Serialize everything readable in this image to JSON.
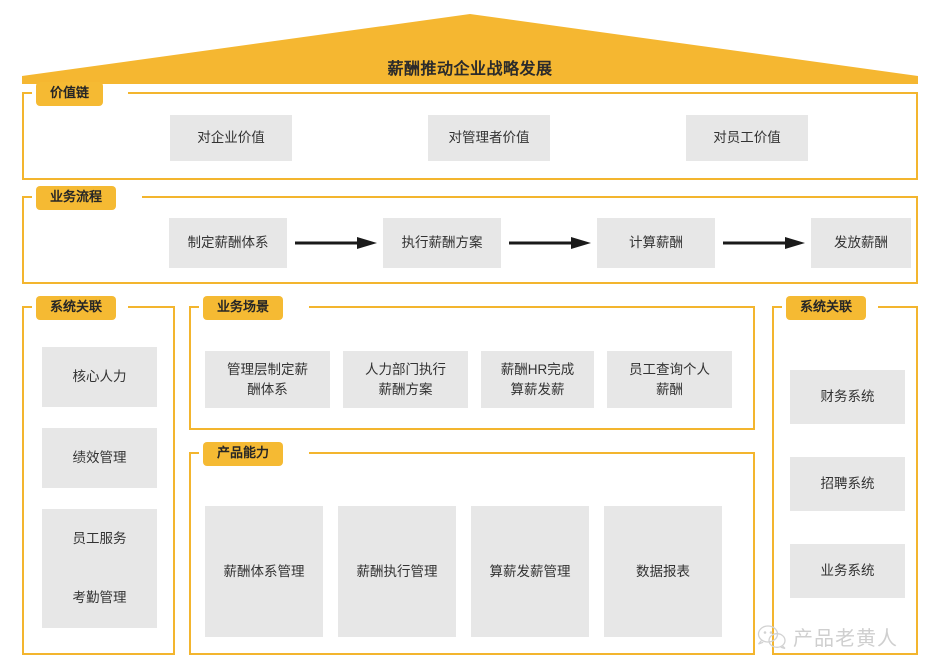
{
  "title": "薪酬推动企业战略发展",
  "sections": {
    "value_chain": {
      "tab": "价值链",
      "items": [
        {
          "label": "对企业价值"
        },
        {
          "label": "对管理者价值"
        },
        {
          "label": "对员工价值"
        }
      ]
    },
    "business_process": {
      "tab": "业务流程",
      "items": [
        {
          "label": "制定薪酬体系"
        },
        {
          "label": "执行薪酬方案"
        },
        {
          "label": "计算薪酬"
        },
        {
          "label": "发放薪酬"
        }
      ]
    },
    "left_systems": {
      "tab": "系统关联",
      "items": [
        {
          "label": "核心人力"
        },
        {
          "label": "绩效管理"
        },
        {
          "label": "员工服务"
        },
        {
          "label": "考勤管理"
        }
      ]
    },
    "right_systems": {
      "tab": "系统关联",
      "items": [
        {
          "label": "财务系统"
        },
        {
          "label": "招聘系统"
        },
        {
          "label": "业务系统"
        }
      ]
    },
    "business_scenario": {
      "tab": "业务场景",
      "items": [
        {
          "label": "管理层制定薪\n酬体系"
        },
        {
          "label": "人力部门执行\n薪酬方案"
        },
        {
          "label": "薪酬HR完成\n算薪发薪"
        },
        {
          "label": "员工查询个人\n薪酬"
        }
      ]
    },
    "product_capability": {
      "tab": "产品能力",
      "items": [
        {
          "label": "薪酬体系管理"
        },
        {
          "label": "薪酬执行管理"
        },
        {
          "label": "算薪发薪管理"
        },
        {
          "label": "数据报表"
        }
      ]
    }
  },
  "watermark": {
    "icon": "wechat-icon",
    "text": "产品老黄人"
  },
  "colors": {
    "accent": "#F5BA33",
    "border": "#F3B52E",
    "chip": "#E7E7E7",
    "title_text": "#2b2b2b",
    "chip_text": "#333333",
    "watermark": "#cfcfcf"
  }
}
